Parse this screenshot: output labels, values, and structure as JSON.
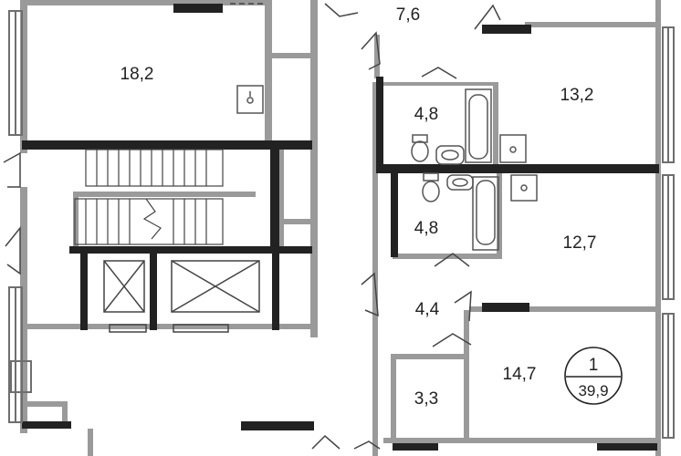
{
  "rooms": [
    {
      "id": "r1",
      "area": "18,2"
    },
    {
      "id": "r2",
      "area": "7,6"
    },
    {
      "id": "r3",
      "area": "13,2"
    },
    {
      "id": "r4",
      "area": "4,8"
    },
    {
      "id": "r5",
      "area": "4,8"
    },
    {
      "id": "r6",
      "area": "12,7"
    },
    {
      "id": "r7",
      "area": "4,4"
    },
    {
      "id": "r8",
      "area": "3,3"
    },
    {
      "id": "r9",
      "area": "14,7"
    }
  ],
  "apartment_badge": {
    "number": "1",
    "total_area": "39,9"
  },
  "colors": {
    "wall_dark": "#222222",
    "wall_light": "#9a9a9a",
    "wall_mid": "#6e6e6e",
    "window": "#bdbdbd",
    "fixture_line": "#555555"
  }
}
